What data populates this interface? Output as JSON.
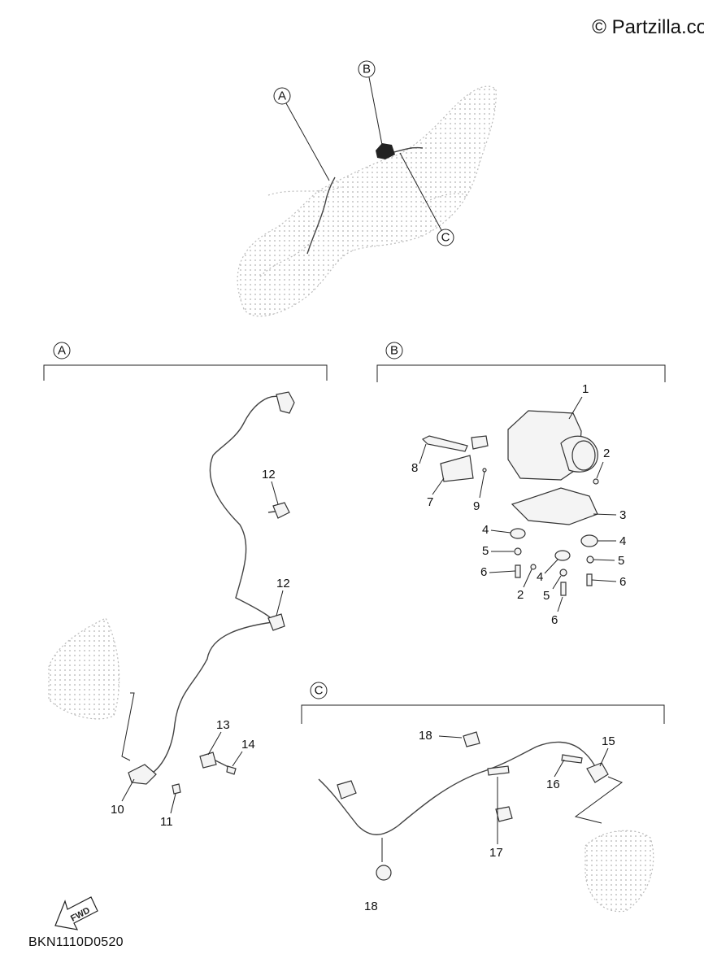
{
  "copyright": "© Partzilla.com",
  "diagram_code": "BKN1110D0520",
  "fwd_label": "FWD",
  "section_markers": {
    "overview": [
      "A",
      "B",
      "C"
    ],
    "panel_a": "A",
    "panel_b": "B",
    "panel_c": "C"
  },
  "panel_a_callouts": [
    "12",
    "12",
    "13",
    "14",
    "10",
    "11"
  ],
  "panel_b_callouts": [
    "1",
    "2",
    "8",
    "7",
    "9",
    "3",
    "4",
    "4",
    "5",
    "5",
    "6",
    "6",
    "4",
    "2",
    "5",
    "6"
  ],
  "panel_c_callouts": [
    "18",
    "15",
    "16",
    "17",
    "18"
  ]
}
